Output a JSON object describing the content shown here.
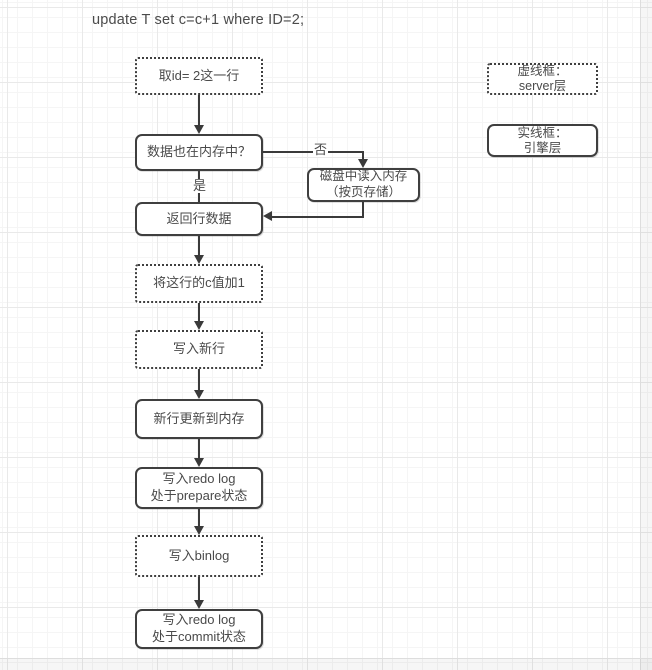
{
  "title": "update T set c=c+1 where ID=2;",
  "edge_labels": {
    "yes": "是",
    "no": "否"
  },
  "nodes": {
    "fetch_row": {
      "text": "取id= 2这一行",
      "style": "dotted",
      "layer": "server"
    },
    "in_memory": {
      "text": "数据也在内存中？",
      "style": "solid",
      "layer": "engine"
    },
    "read_disk": {
      "line1": "磁盘中读入内存",
      "line2": "（按页存储）",
      "style": "solid",
      "layer": "engine"
    },
    "return_row": {
      "text": "返回行数据",
      "style": "solid",
      "layer": "engine"
    },
    "increment_c": {
      "text": "将这行的c值加1",
      "style": "dotted",
      "layer": "server"
    },
    "write_new_row": {
      "text": "写入新行",
      "style": "dotted",
      "layer": "server"
    },
    "update_memory": {
      "text": "新行更新到内存",
      "style": "solid",
      "layer": "engine"
    },
    "redo_prepare": {
      "line1": "写入redo log",
      "line2": "处于prepare状态",
      "style": "solid",
      "layer": "engine"
    },
    "write_binlog": {
      "text": "写入binlog",
      "style": "dotted",
      "layer": "server"
    },
    "redo_commit": {
      "line1": "写入redo log",
      "line2": "处于commit状态",
      "style": "solid",
      "layer": "engine"
    }
  },
  "legend": {
    "dashed_box": {
      "line1": "虚线框：",
      "line2": "server层"
    },
    "solid_box": {
      "line1": "实线框：",
      "line2": "引擎层"
    }
  },
  "colors": {
    "stroke": "#3f3f3f",
    "text": "#4a4a4a",
    "fill": "#ffffff",
    "grid_minor": "#f5f5f5",
    "grid_major": "#e9e9e9"
  }
}
